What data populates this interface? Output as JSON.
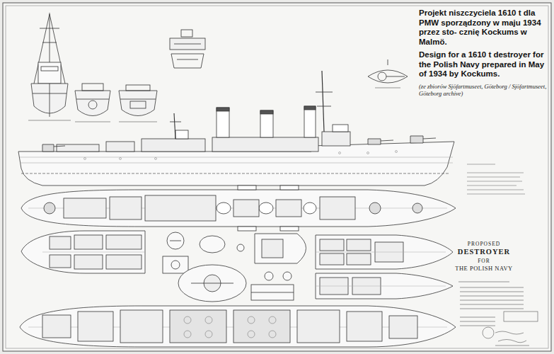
{
  "diagram": {
    "title": "Projekt niszczyciela 1610 t dla PMW sporządzony w maju 1934 przez sto- cznię Kockums w Malmö.",
    "labels": [
      "Design for a 1610 t destroyer for the Polish Navy prepared in May of 1934 by Kockums.",
      "(ze zbiorów Sjöfartmuseet, Göteborg / Sjöfartmuseet, Göteborg archive)",
      "PROPOSED",
      "DESTROYER",
      "FOR",
      "THE POLISH NAVY"
    ]
  }
}
